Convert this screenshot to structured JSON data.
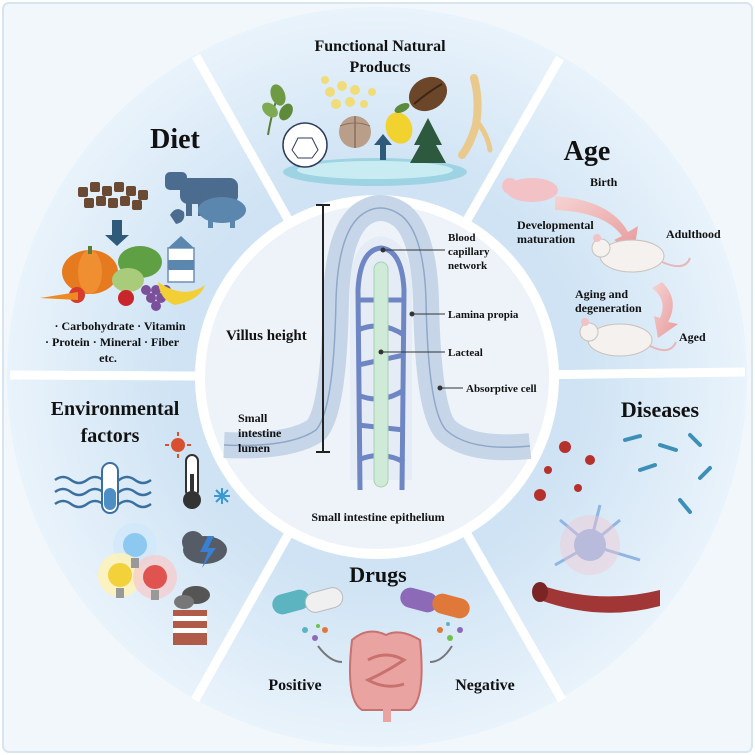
{
  "sections": {
    "functional": {
      "title_line1": "Functional Natural",
      "title_line2": "Products"
    },
    "diet": {
      "title": "Diet",
      "nutrients_line1": "· Carbohydrate  · Vitamin",
      "nutrients_line2": "· Protein   · Mineral   · Fiber",
      "nutrients_line3": "etc."
    },
    "age": {
      "title": "Age",
      "stage_birth": "Birth",
      "stage_dev_line1": "Developmental",
      "stage_dev_line2": "maturation",
      "stage_adult": "Adulthood",
      "stage_aging_line1": "Aging and",
      "stage_aging_line2": "degeneration",
      "stage_aged": "Aged"
    },
    "environment": {
      "title_line1": "Environmental",
      "title_line2": "factors"
    },
    "diseases": {
      "title": "Diseases"
    },
    "drugs": {
      "title": "Drugs",
      "positive": "Positive",
      "negative": "Negative"
    }
  },
  "center": {
    "villus_height": "Villus height",
    "lumen_line1": "Small",
    "lumen_line2": "intestine",
    "lumen_line3": "lumen",
    "capillary_line1": "Blood",
    "capillary_line2": "capillary",
    "capillary_line3": "network",
    "lamina_propia": "Lamina propia",
    "lacteal": "Lacteal",
    "absorptive_cell": "Absorptive cell",
    "epithelium": "Small intestine epithelium"
  },
  "colors": {
    "background": "#e8f3fb",
    "segment": "#dcebf8",
    "inner_circle": "#eef3f9",
    "villus_outline": "#8fa8c8",
    "capillary": "#6f86c4",
    "lacteal": "#cfead6"
  }
}
